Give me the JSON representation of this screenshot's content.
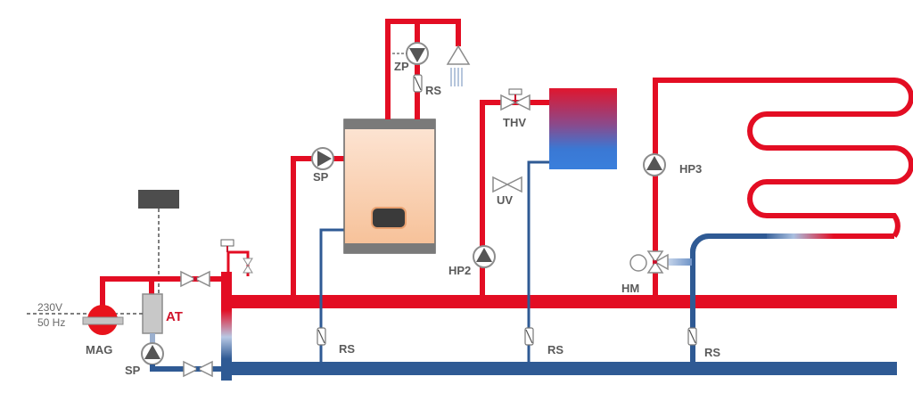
{
  "diagram": {
    "title": "",
    "colors": {
      "supply_red": "#e30d23",
      "return_blue": "#2f5a94",
      "gray_component": "#8c8c8c",
      "boiler_fill_top": "#fde2cf",
      "boiler_fill_bottom": "#f7c49c",
      "boiler_cap": "#7a7a7a",
      "controller": "#4d4d4d"
    },
    "labels": {
      "zp": "ZP",
      "rs_top": "RS",
      "sp_boiler": "SP",
      "thv": "THV",
      "uv": "UV",
      "hp2": "HP2",
      "hp3": "HP3",
      "hm": "HM",
      "rs_left": "RS",
      "rs_mid": "RS",
      "rs_right": "RS",
      "at": "AT",
      "mag": "MAG",
      "sp_left": "SP",
      "voltage": "230V",
      "frequency": "50 Hz"
    },
    "components": [
      {
        "id": "ZP",
        "type": "circulation-pump"
      },
      {
        "id": "RS",
        "type": "check-valve"
      },
      {
        "id": "SP",
        "type": "storage-charging-pump"
      },
      {
        "id": "THV",
        "type": "thermostatic-valve"
      },
      {
        "id": "UV",
        "type": "overflow-valve"
      },
      {
        "id": "HP2",
        "type": "heating-pump"
      },
      {
        "id": "HP3",
        "type": "heating-pump"
      },
      {
        "id": "HM",
        "type": "three-way-mixer"
      },
      {
        "id": "AT",
        "type": "heat-exchanger"
      },
      {
        "id": "MAG",
        "type": "expansion-vessel"
      }
    ]
  }
}
